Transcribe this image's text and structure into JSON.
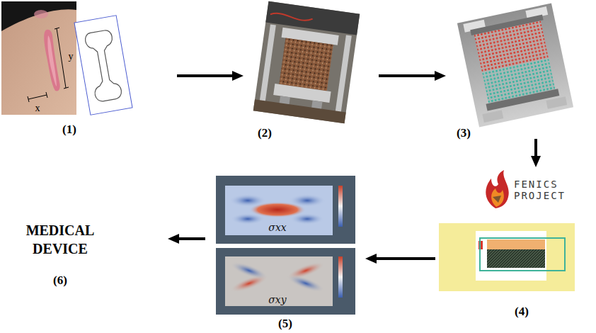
{
  "diagram": {
    "nodes": [
      {
        "text": [
          "(1)"
        ]
      },
      {
        "text": [
          "(2)"
        ]
      },
      {
        "text": [
          "(3)"
        ]
      },
      {
        "text": [
          "FENICS PROJECT"
        ]
      },
      {
        "text": [
          "(4)"
        ]
      },
      {
        "text": [
          "σxx",
          "σxy",
          "(5)"
        ]
      },
      {
        "text": [
          "MEDICAL DEVICE",
          "(6)"
        ]
      }
    ],
    "edges": [
      {
        "from": 0,
        "to": 1,
        "arrow": "to"
      },
      {
        "from": 1,
        "to": 2,
        "arrow": "to"
      },
      {
        "from": 2,
        "to": 3,
        "arrow": "to"
      },
      {
        "from": 4,
        "to": 5,
        "arrow": "to"
      },
      {
        "from": 5,
        "to": 6,
        "arrow": "to"
      }
    ],
    "labels": [
      "x",
      "y"
    ]
  }
}
